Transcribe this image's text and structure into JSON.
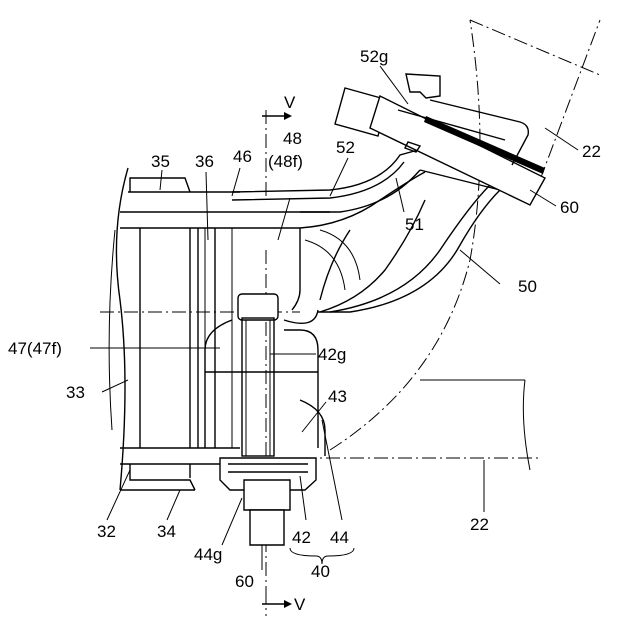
{
  "labels": {
    "ref_52g": "52g",
    "ref_22_top": "22",
    "ref_v_top": "V",
    "ref_48": "48",
    "ref_48f": "(48f)",
    "ref_46": "46",
    "ref_52": "52",
    "ref_35": "35",
    "ref_36": "36",
    "ref_60_right": "60",
    "ref_51": "51",
    "ref_50": "50",
    "ref_47": "47(47f)",
    "ref_42g": "42g",
    "ref_33": "33",
    "ref_43": "43",
    "ref_32": "32",
    "ref_34": "34",
    "ref_44g": "44g",
    "ref_42": "42",
    "ref_44": "44",
    "ref_40": "40",
    "ref_22_bottom": "22",
    "ref_60_bottom": "60",
    "ref_v_bottom": "V"
  }
}
